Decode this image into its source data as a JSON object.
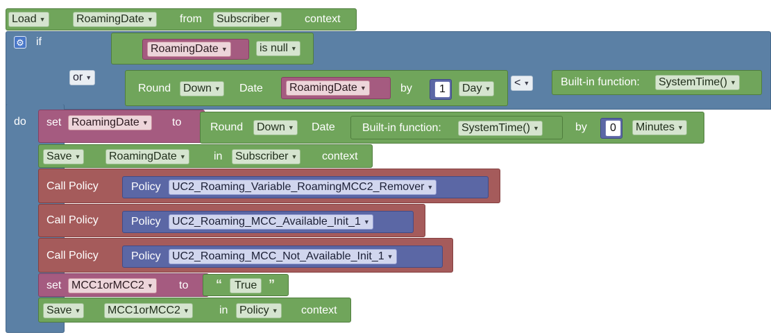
{
  "load": {
    "action": "Load",
    "variable": "RoamingDate",
    "from_label": "from",
    "scope": "Subscriber",
    "context_label": "context"
  },
  "if_block": {
    "if_label": "if",
    "do_label": "do",
    "or_label": "or",
    "cond1": {
      "variable": "RoamingDate",
      "test": "is null"
    },
    "cond2": {
      "round_label": "Round",
      "round_mode": "Down",
      "date_label": "Date",
      "variable": "RoamingDate",
      "by_label": "by",
      "amount": "1",
      "unit": "Day",
      "operator": "<",
      "builtin_label": "Built-in function:",
      "builtin_func": "SystemTime()"
    }
  },
  "set1": {
    "set_label": "set",
    "variable": "RoamingDate",
    "to_label": "to",
    "round_label": "Round",
    "round_mode": "Down",
    "date_label": "Date",
    "builtin_label": "Built-in function:",
    "builtin_func": "SystemTime()",
    "by_label": "by",
    "amount": "0",
    "unit": "Minutes"
  },
  "save1": {
    "action": "Save",
    "variable": "RoamingDate",
    "in_label": "in",
    "scope": "Subscriber",
    "context_label": "context"
  },
  "calls": [
    {
      "label": "Call Policy",
      "policy_label": "Policy",
      "policy": "UC2_Roaming_Variable_RoamingMCC2_Remover"
    },
    {
      "label": "Call Policy",
      "policy_label": "Policy",
      "policy": "UC2_Roaming_MCC_Available_Init_1"
    },
    {
      "label": "Call Policy",
      "policy_label": "Policy",
      "policy": "UC2_Roaming_MCC_Not_Available_Init_1"
    }
  ],
  "set2": {
    "set_label": "set",
    "variable": "MCC1orMCC2",
    "to_label": "to",
    "open_quote": "“",
    "value": "True",
    "close_quote": "”"
  },
  "save2": {
    "action": "Save",
    "variable": "MCC1orMCC2",
    "in_label": "in",
    "scope": "Policy",
    "context_label": "context"
  },
  "icons": {
    "mutator": "gear-icon",
    "dropdown": "triangle-down-icon"
  },
  "colors": {
    "logic": "#5b80a5",
    "variables": "#70a55b",
    "procedures": "#a55b5b",
    "policy": "#5b67a5",
    "date": "#a55b80"
  }
}
